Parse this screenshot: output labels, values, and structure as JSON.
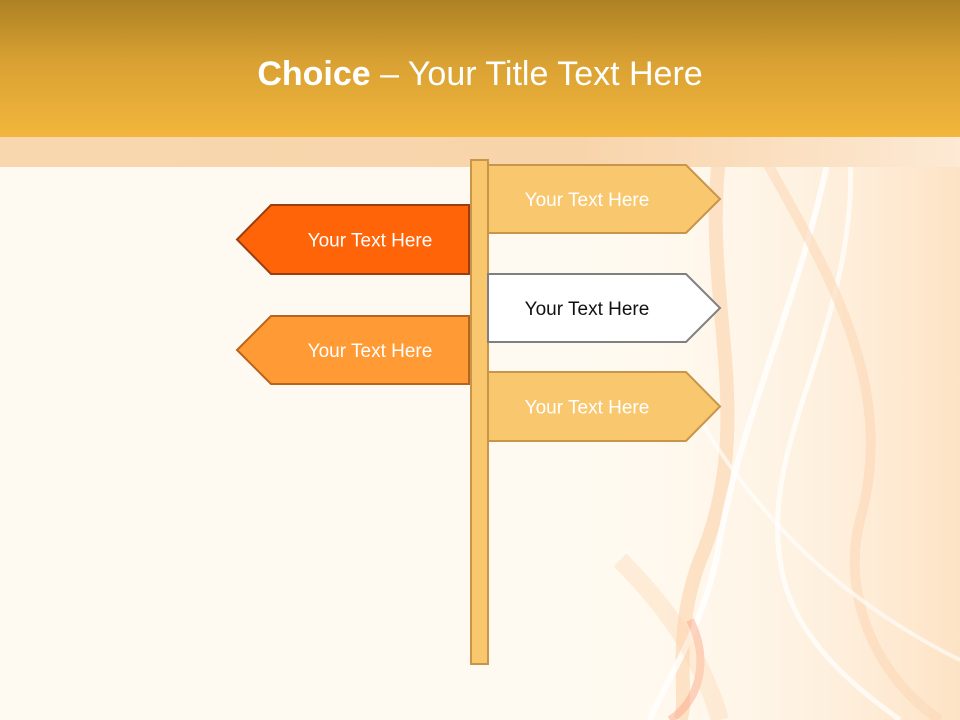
{
  "title": {
    "bold": "Choice",
    "separator": " – ",
    "rest": "Your Title Text Here"
  },
  "signs": [
    {
      "label": "Your Text Here",
      "side": "right",
      "fill": "#f8c76e",
      "stroke": "#c8954a",
      "text_color": "#ffffff"
    },
    {
      "label": "Your Text Here",
      "side": "left",
      "fill": "#ff6408",
      "stroke": "#9a3d10",
      "text_color": "#ffffff"
    },
    {
      "label": "Your Text Here",
      "side": "right",
      "fill": "#ffffff",
      "stroke": "#808080",
      "text_color": "#111111"
    },
    {
      "label": "Your Text Here",
      "side": "left",
      "fill": "#ff9a35",
      "stroke": "#b5651d",
      "text_color": "#ffffff"
    },
    {
      "label": "Your Text Here",
      "side": "right",
      "fill": "#f8c76e",
      "stroke": "#c8954a",
      "text_color": "#ffffff"
    }
  ],
  "post": {
    "fill": "#f8c76e",
    "stroke": "#c8954a"
  },
  "colors": {
    "header_top": "#ad8123",
    "header_bottom": "#f2b63c",
    "background": "#fffaf1"
  }
}
